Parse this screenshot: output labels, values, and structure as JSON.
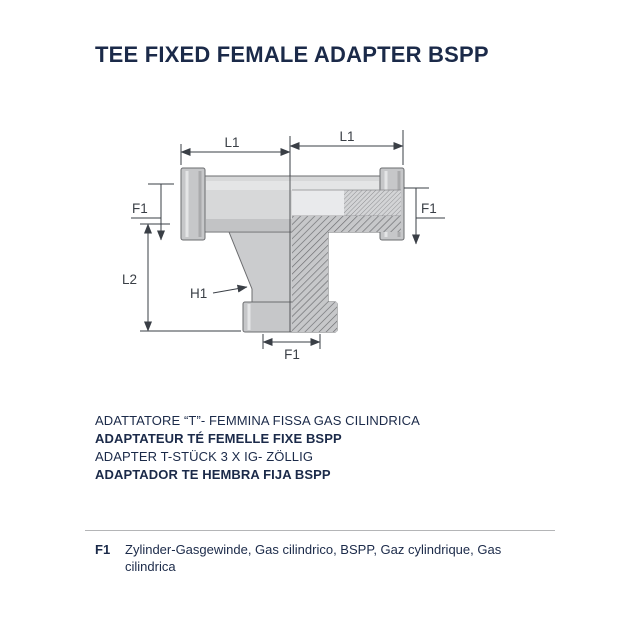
{
  "title": "TEE FIXED FEMALE ADAPTER BSPP",
  "diagram": {
    "dim_l1": "L1",
    "dim_f1": "F1",
    "dim_l2": "L2",
    "dim_h1": "H1"
  },
  "descriptions": {
    "italian": "ADATTATORE “T”- FEMMINA FISSA GAS CILINDRICA",
    "french": "ADAPTATEUR TÉ FEMELLE FIXE BSPP",
    "german": "ADAPTER T-STÜCK 3 X IG- ZÖLLIG",
    "spanish": "ADAPTADOR TE HEMBRA FIJA BSPP"
  },
  "footnote": {
    "key": "F1",
    "text": "Zylinder-Gasgewinde, Gas cilindrico, BSPP, Gaz cylindrique, Gas cilindrica"
  },
  "colors": {
    "heading_text": "#1b2a49",
    "dimension_lines": "#3a3f46",
    "part_outline": "#6b6c6f",
    "part_fill_light": "#d7d8d9",
    "part_fill_mid": "#c6c7c9"
  }
}
